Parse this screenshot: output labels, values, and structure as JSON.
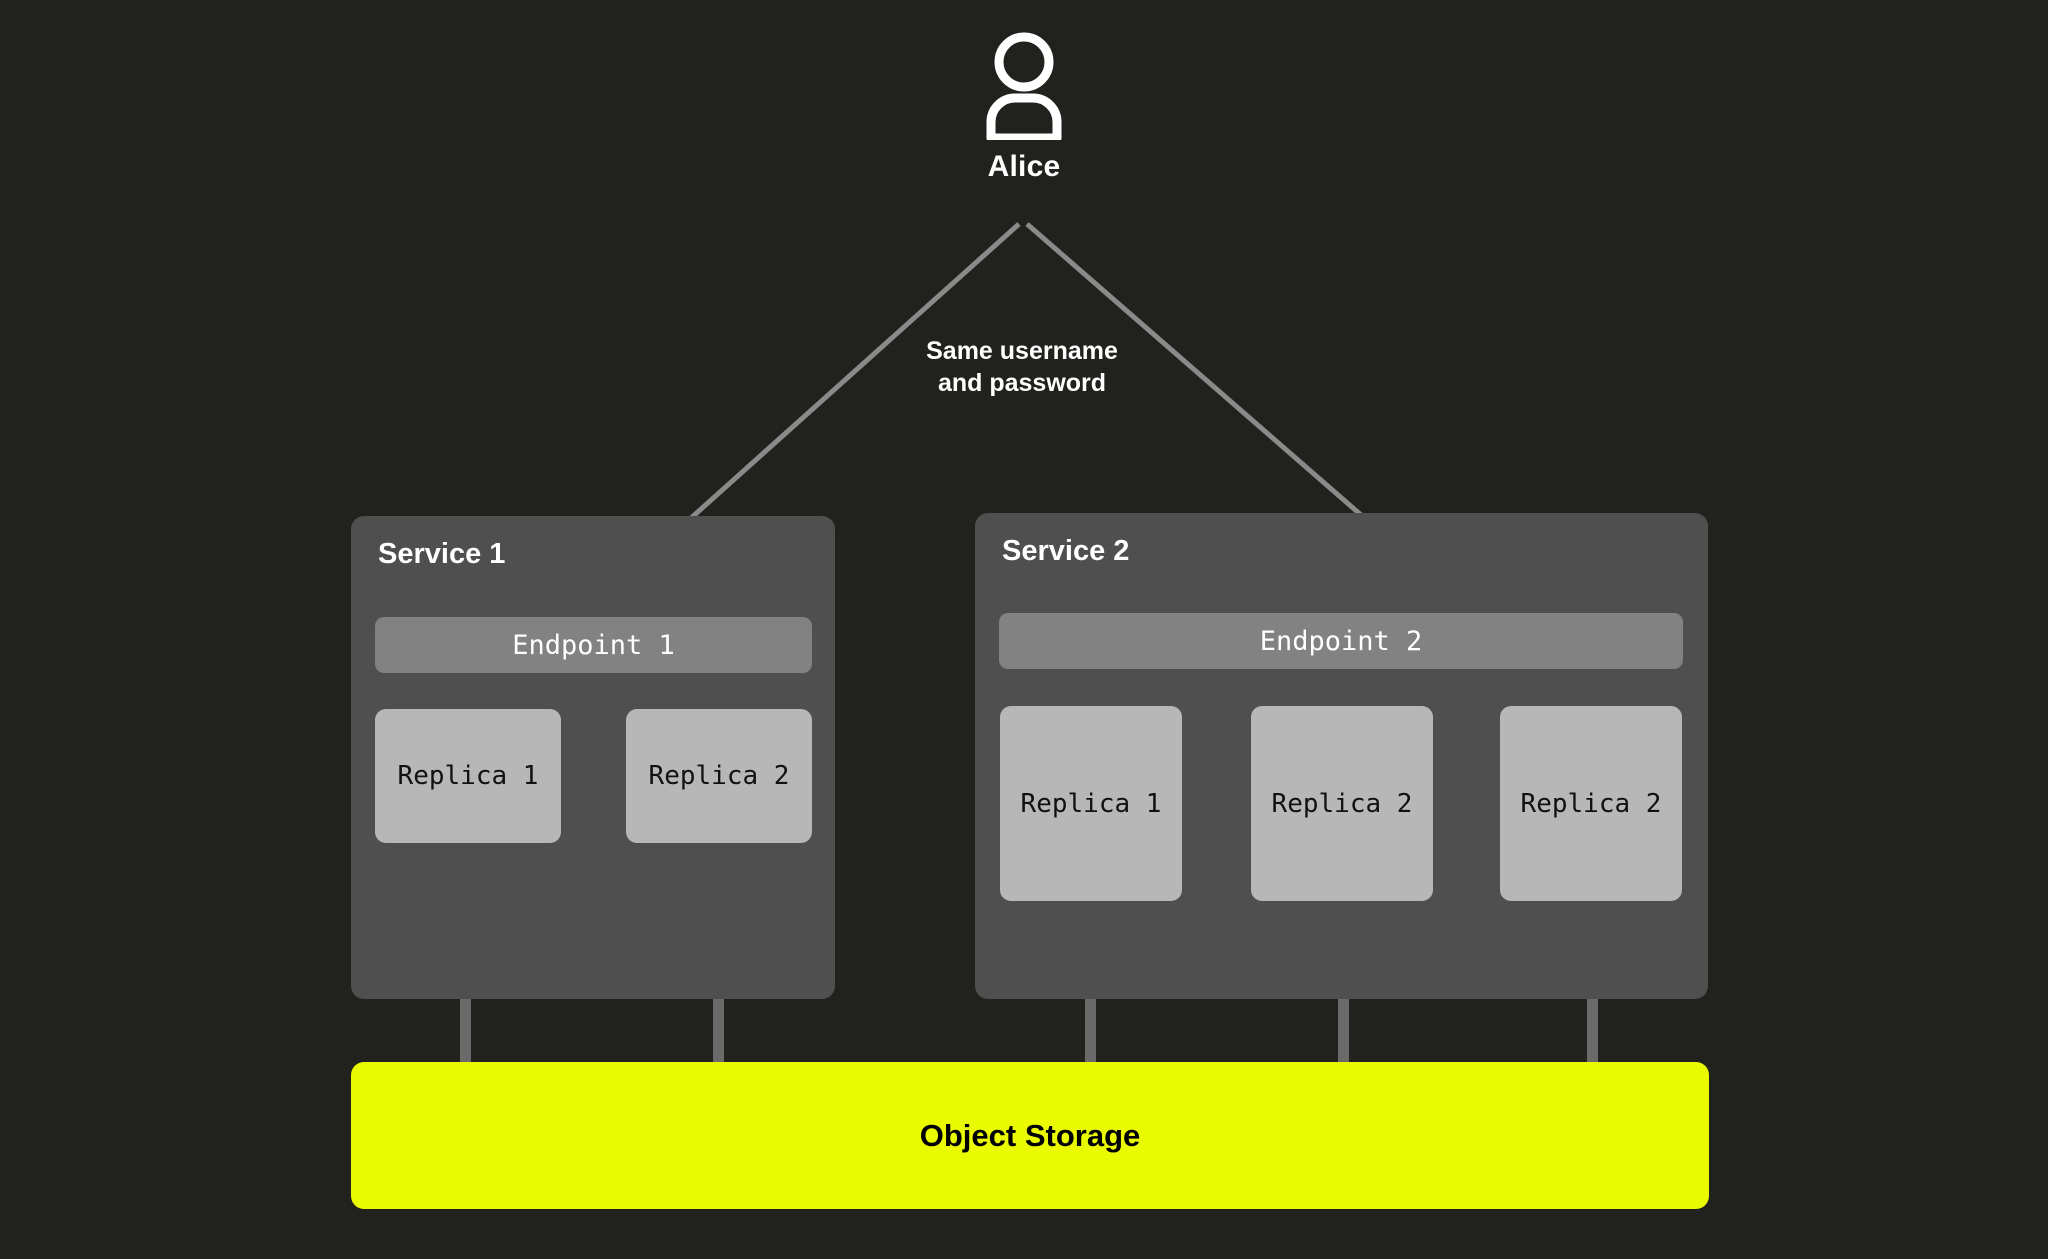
{
  "diagram": {
    "background_color": "#21211d",
    "actor": {
      "icon": "user-person-icon",
      "label": "Alice"
    },
    "annotation": {
      "line1": "Same username",
      "line2": "and password"
    },
    "services": [
      {
        "title": "Service 1",
        "endpoint": "Endpoint 1",
        "replicas": [
          "Replica 1",
          "Replica 2"
        ]
      },
      {
        "title": "Service 2",
        "endpoint": "Endpoint 2",
        "replicas": [
          "Replica 1",
          "Replica 2",
          "Replica 2"
        ]
      }
    ],
    "storage": {
      "label": "Object Storage",
      "color": "#eafa00"
    },
    "colors": {
      "background": "#21211d",
      "service_card": "#4f4f4f",
      "endpoint": "#828282",
      "replica": "#b7b7b7",
      "connector": "#6a6a6a",
      "arrow": "#8a8a8a",
      "storage": "#eafa00",
      "text_light": "#ffffff",
      "text_dark": "#000000"
    }
  }
}
